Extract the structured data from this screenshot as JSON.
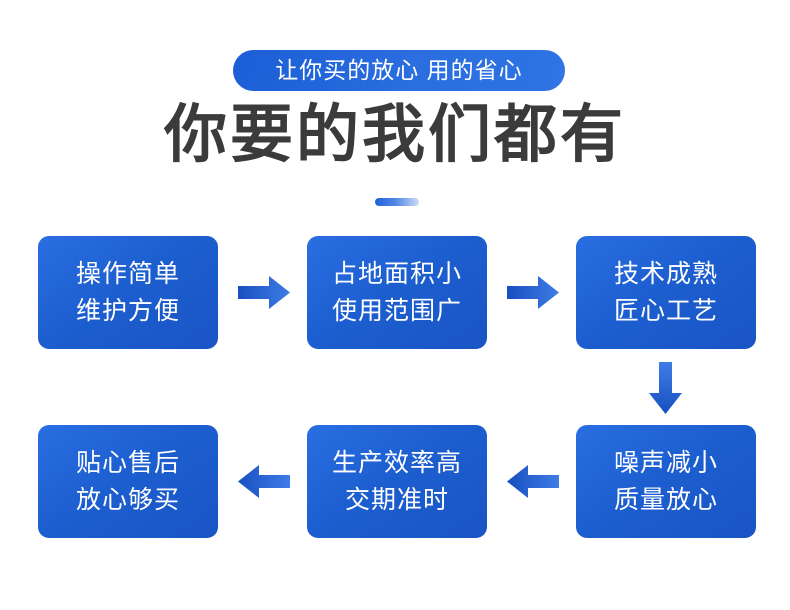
{
  "header": {
    "badge_text": "让你买的放心 用的省心",
    "title": "你要的我们都有",
    "accent_color": "#1f62d8",
    "title_color": "#3b3b3b",
    "badge_gradient_from": "#1b5ed6",
    "badge_gradient_to": "#2e74e4"
  },
  "flow": {
    "box_color_from": "#2a6ee2",
    "box_color_to": "#1a54c4",
    "box_text_color": "#ffffff",
    "arrow_color_from": "#1a54c4",
    "arrow_color_to": "#3f7ce6",
    "boxes": [
      {
        "id": "box-1",
        "line1": "操作简单",
        "line2": "维护方便"
      },
      {
        "id": "box-2",
        "line1": "占地面积小",
        "line2": "使用范围广"
      },
      {
        "id": "box-3",
        "line1": "技术成熟",
        "line2": "匠心工艺"
      },
      {
        "id": "box-4",
        "line1": "噪声减小",
        "line2": "质量放心"
      },
      {
        "id": "box-5",
        "line1": "生产效率高",
        "line2": "交期准时"
      },
      {
        "id": "box-6",
        "line1": "贴心售后",
        "line2": "放心够买"
      }
    ],
    "arrows": [
      {
        "id": "arrow-1",
        "direction": "right"
      },
      {
        "id": "arrow-2",
        "direction": "right"
      },
      {
        "id": "arrow-3",
        "direction": "down"
      },
      {
        "id": "arrow-4",
        "direction": "left"
      },
      {
        "id": "arrow-5",
        "direction": "left"
      }
    ]
  }
}
